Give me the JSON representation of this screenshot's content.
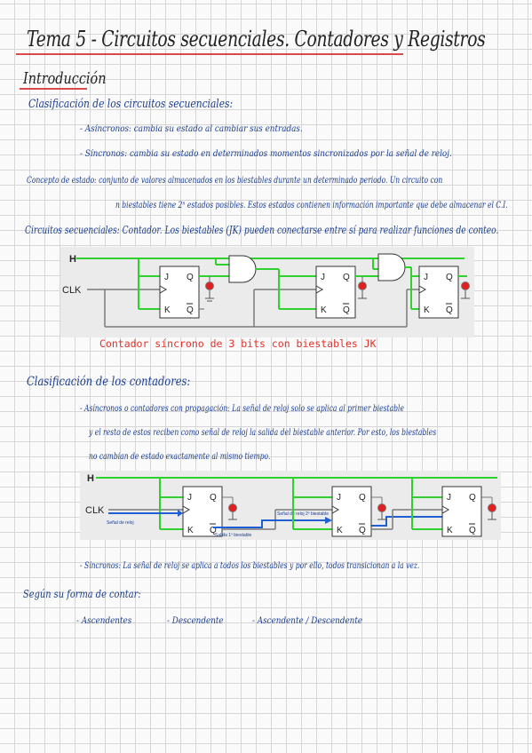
{
  "title": "Tema 5 - Circuitos secuenciales. Contadores y Registros",
  "intro_heading": "Introducción",
  "sections": {
    "clasif_secuenciales": {
      "heading": "Clasificación de los circuitos secuenciales:",
      "items": [
        "- Asíncronos: cambia su estado al cambiar sus entradas.",
        "- Síncronos: cambia su estado en determinados momentos sincronizados por la señal de reloj."
      ]
    },
    "concepto_estado": {
      "line1": "Concepto de estado: conjunto de valores almacenados en los biestables durante un determinado periodo. Un circuito con",
      "line2": "n biestables tiene 2ⁿ estados posibles. Estos estados contienen información importante que debe almacenar el C.I."
    },
    "circuitos_secuenciales": {
      "text": "Circuitos secuenciales: Contador. Los biestables (JK) pueden conectarse entre sí para realizar funciones de conteo."
    },
    "clasif_contadores": {
      "heading": "Clasificación de los contadores:",
      "asincronos_line1": "- Asíncronos o contadores con propagación: La señal de reloj solo se aplica al primer biestable",
      "asincronos_line2": "y el resto de estos reciben como señal de reloj la salida del biestable anterior. Por esto, los biestables",
      "asincronos_line3": "no cambian de estado exactamente al mismo tiempo.",
      "sincronos": "- Síncronos: La señal de reloj se aplica a todos los biestables y por ello, todos transicionan a la vez."
    },
    "forma_contar": {
      "heading": "Según su forma de contar:",
      "options": [
        "- Ascendentes",
        "- Descendente",
        "- Ascendente / Descendente"
      ]
    }
  },
  "figure1": {
    "caption": "Contador síncrono de 3 bits con biestables JK",
    "h_label": "H",
    "clk_label": "CLK",
    "ff_labels": {
      "j": "J",
      "q": "Q",
      "k": "K",
      "qbar": "Q"
    }
  },
  "figure2": {
    "h_label": "H",
    "clk_label": "CLK",
    "annotations": [
      "Señal de reloj",
      "Salida 1º biestable",
      "Señal de reloj 2º biestable"
    ],
    "ff_labels": {
      "j": "J",
      "q": "Q",
      "k": "K",
      "qbar": "Q"
    }
  },
  "colors": {
    "ink_blue": "#1a3d8f",
    "title_underline": "#d94a4a",
    "caption_red": "#e0322a",
    "wire_green": "#2fd12f",
    "wire_gray": "#7a7a7a",
    "arrow_blue": "#1f5fd1",
    "led_red": "#e02020"
  }
}
